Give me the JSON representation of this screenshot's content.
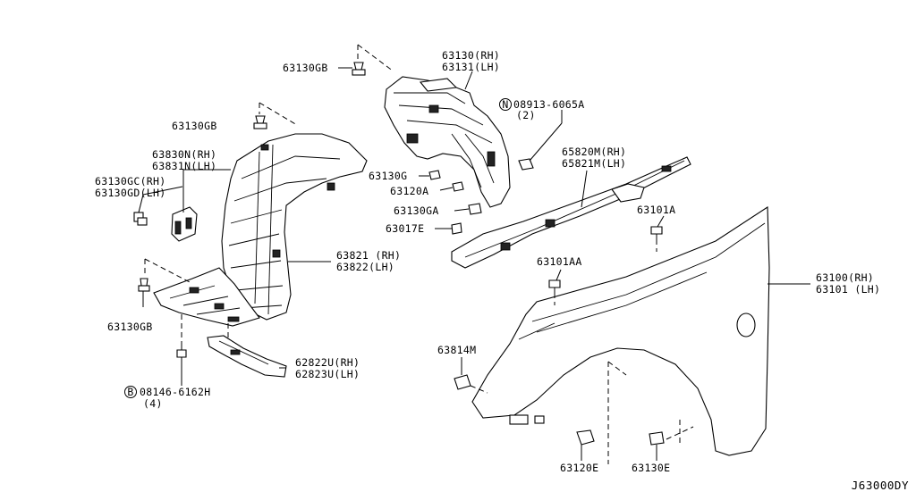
{
  "diagram_code": "J63000DY",
  "labels": {
    "l_63130gb_top": "63130GB",
    "l_63130_rh": "63130(RH)",
    "l_63131_lh": "63131(LH)",
    "l_n08913": "08913-6065A",
    "l_n08913_qty": "(2)",
    "l_63130gb_mid": "63130GB",
    "l_63830n": "63830N(RH)",
    "l_63831n": "63831N(LH)",
    "l_63130gc": "63130GC(RH)",
    "l_63130gd": "63130GD(LH)",
    "l_63130g": "63130G",
    "l_63120a": "63120A",
    "l_65820m": "65820M(RH)",
    "l_65821m": "65821M(LH)",
    "l_63130ga": "63130GA",
    "l_63101a": "63101A",
    "l_63017e": "63017E",
    "l_63821": "63821 (RH)",
    "l_63822": "63822(LH)",
    "l_63101aa": "63101AA",
    "l_63100": "63100(RH)",
    "l_63101": "63101 (LH)",
    "l_63130gb_low": "63130GB",
    "l_63814m": "63814M",
    "l_62822u": "62822U(RH)",
    "l_62823u": "62823U(LH)",
    "l_b08146": "08146-6162H",
    "l_b08146_qty": "(4)",
    "l_63120e": "63120E",
    "l_63130e": "63130E",
    "sym_n": "N",
    "sym_b": "B"
  }
}
